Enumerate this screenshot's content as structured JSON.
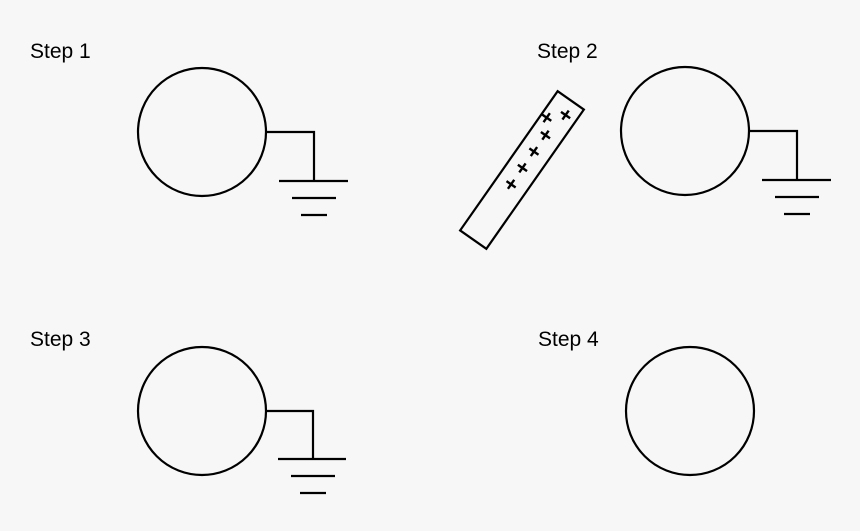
{
  "colors": {
    "background": "#f7f7f7",
    "stroke": "#000000"
  },
  "steps": [
    {
      "label": "Step 1",
      "grounded": true,
      "has_charged_rod": false
    },
    {
      "label": "Step 2",
      "grounded": true,
      "has_charged_rod": true
    },
    {
      "label": "Step 3",
      "grounded": true,
      "has_charged_rod": false
    },
    {
      "label": "Step 4",
      "grounded": false,
      "has_charged_rod": false
    }
  ],
  "charged_rod": {
    "charges": [
      "+",
      "+",
      "+",
      "+",
      "+",
      "+"
    ]
  }
}
